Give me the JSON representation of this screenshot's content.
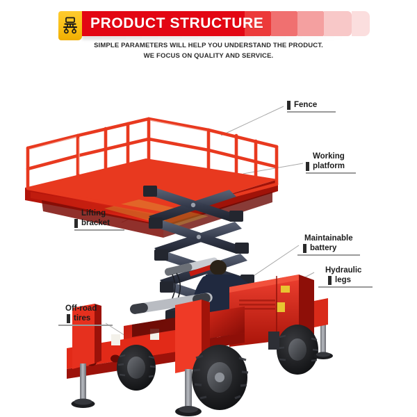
{
  "header": {
    "title": "PRODUCT STRUCTURE",
    "badge_icon": "scissor-lift-cart-icon",
    "accent_color": "#e30613",
    "badge_color": "#f9bf17",
    "bar_shades": [
      "#e30613",
      "#ec3a3a",
      "#f07070",
      "#f4a0a0",
      "#f8c8c8",
      "#fbdede"
    ]
  },
  "subtitle": {
    "line1": "SIMPLE PARAMETERS WILL HELP YOU UNDERSTAND THE PRODUCT.",
    "line2": "WE FOCUS ON QUALITY AND SERVICE."
  },
  "callouts": [
    {
      "id": "fence",
      "line1": "Fence",
      "line2": ""
    },
    {
      "id": "working-platform",
      "line1": "Working",
      "line2": "platform"
    },
    {
      "id": "lifting-bracket",
      "line1": "Lifting",
      "line2": "bracket"
    },
    {
      "id": "maintainable-battery",
      "line1": "Maintainable",
      "line2": "battery"
    },
    {
      "id": "hydraulic-legs",
      "line1": "Hydraulic",
      "line2": "legs"
    },
    {
      "id": "off-road-tires",
      "line1": "Off-road",
      "line2": "tires"
    }
  ],
  "product": {
    "name": "scissor-lift",
    "colors": {
      "body_red": "#d81f18",
      "body_red_dark": "#9e1510",
      "body_red_light": "#f03a2a",
      "scissor_dark": "#2e3340",
      "scissor_mid": "#4a5162",
      "tire_black": "#17181a",
      "leg_gray": "#8d9096",
      "worker_navy": "#1f2a44",
      "decal_yellow": "#e8c531"
    }
  }
}
